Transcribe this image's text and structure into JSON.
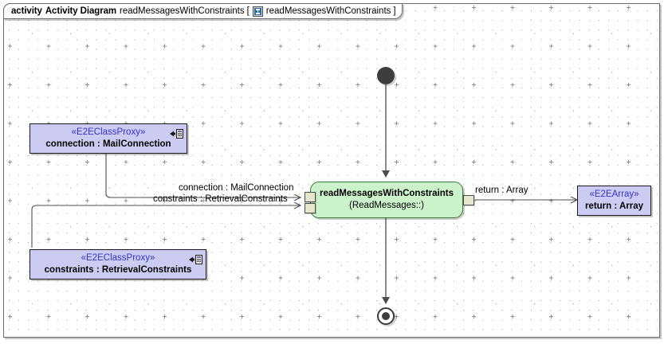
{
  "frame": {
    "keyword": "activity",
    "type_label": "Activity Diagram",
    "name": "readMessagesWithConstraints",
    "bracket_open": "[",
    "inner_name": "readMessagesWithConstraints",
    "bracket_close": "]",
    "icon": "activity-diagram-icon"
  },
  "colors": {
    "object_node_fill": "#CCCCF2",
    "object_node_border": "#1A1A1A",
    "stereotype_text": "#3333CC",
    "action_fill": "#CCF2CC",
    "action_border": "#3A7A3A",
    "pin_fill": "#E8E6CC",
    "frame_border": "#6B6B6B",
    "grid_dot": "#9A9A9A",
    "control_node": "#3D3D3D",
    "canvas": "#FFFFFF"
  },
  "nodes": {
    "initial": {
      "name": "initial-node"
    },
    "final": {
      "name": "activity-final-node"
    },
    "action": {
      "title": "readMessagesWithConstraints",
      "subtitle": "(ReadMessages::)",
      "input_pins": [
        {
          "label": "connection : MailConnection"
        },
        {
          "label": "constraints : RetrievalConstraints"
        }
      ],
      "output_pins": [
        {
          "label": "return : Array"
        }
      ]
    },
    "object_connection": {
      "stereotype": "«E2EClassProxy»",
      "name": "connection : MailConnection",
      "icon": "class-proxy-icon"
    },
    "object_constraints": {
      "stereotype": "«E2EClassProxy»",
      "name": "constraints : RetrievalConstraints",
      "icon": "class-proxy-icon"
    },
    "object_return": {
      "stereotype": "«E2EArray»",
      "name": "return : Array"
    }
  },
  "edges": [
    {
      "name": "edge-connection-to-pin",
      "label": "connection : MailConnection"
    },
    {
      "name": "edge-constraints-to-pin",
      "label": "constraints : RetrievalConstraints"
    },
    {
      "name": "edge-action-to-return",
      "label": "return : Array"
    },
    {
      "name": "edge-initial-to-action",
      "label": ""
    },
    {
      "name": "edge-action-to-final",
      "label": ""
    }
  ]
}
